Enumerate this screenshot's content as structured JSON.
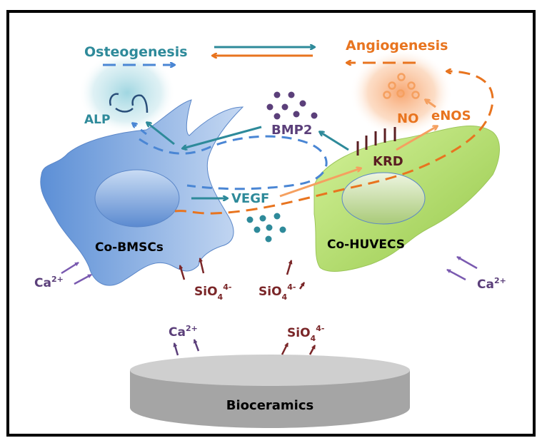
{
  "colors": {
    "osteo": "#2e8a9a",
    "angio": "#e8741f",
    "angio_light": "#f5a060",
    "blue_dash": "#4a86d4",
    "purple": "#5b3f7a",
    "ca_arrow": "#7a5ab0",
    "maroon": "#7a2628",
    "bmsc_cell": "#7aa4de",
    "huvec_cell": "#a8d65c",
    "ceramic_top": "#cfcfcf",
    "ceramic_side": "#a5a5a5"
  },
  "labels": {
    "osteogenesis": "Osteogenesis",
    "angiogenesis": "Angiogenesis",
    "alp": "ALP",
    "bmp2": "BMP2",
    "vegf": "VEGF",
    "krd": "KRD",
    "no": "NO",
    "enos": "eNOS",
    "bmsc_cell": "Co-BMSCs",
    "huvec_cell": "Co-HUVECS",
    "bioceramics": "Bioceramics"
  },
  "ions": {
    "ca": {
      "base": "Ca",
      "charge": "2+"
    },
    "sio4": {
      "base": "SiO",
      "sub": "4",
      "charge": "4-"
    }
  }
}
